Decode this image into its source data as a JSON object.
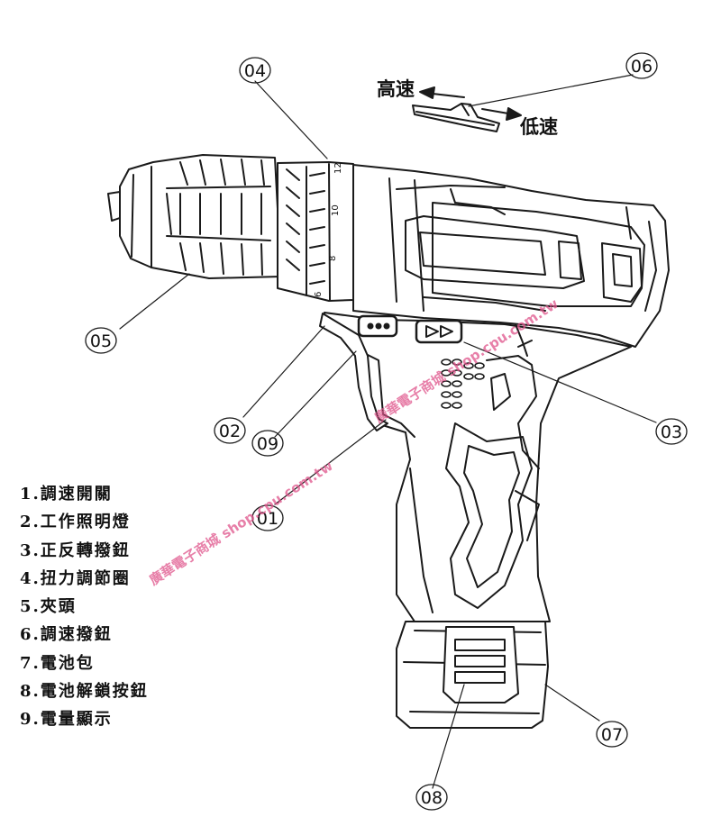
{
  "callouts": {
    "c01": "01",
    "c02": "02",
    "c03": "03",
    "c04": "04",
    "c05": "05",
    "c06": "06",
    "c07": "07",
    "c08": "08",
    "c09": "09"
  },
  "speed_switch": {
    "high": "高速",
    "low": "低速"
  },
  "torque_ring_marks": [
    "12",
    "10",
    "8",
    "6"
  ],
  "legend": [
    "1.調速開關",
    "2.工作照明燈",
    "3.正反轉撥鈕",
    "4.扭力調節圈",
    "5.夾頭",
    "6.調速撥鈕",
    "7.電池包",
    "8.電池解鎖按鈕",
    "9.電量顯示"
  ],
  "watermark": {
    "line1": "廣華電子商城 shop.cpu.com.tw",
    "line2": "廣華電子商城 shop.cpu.com.tw"
  }
}
